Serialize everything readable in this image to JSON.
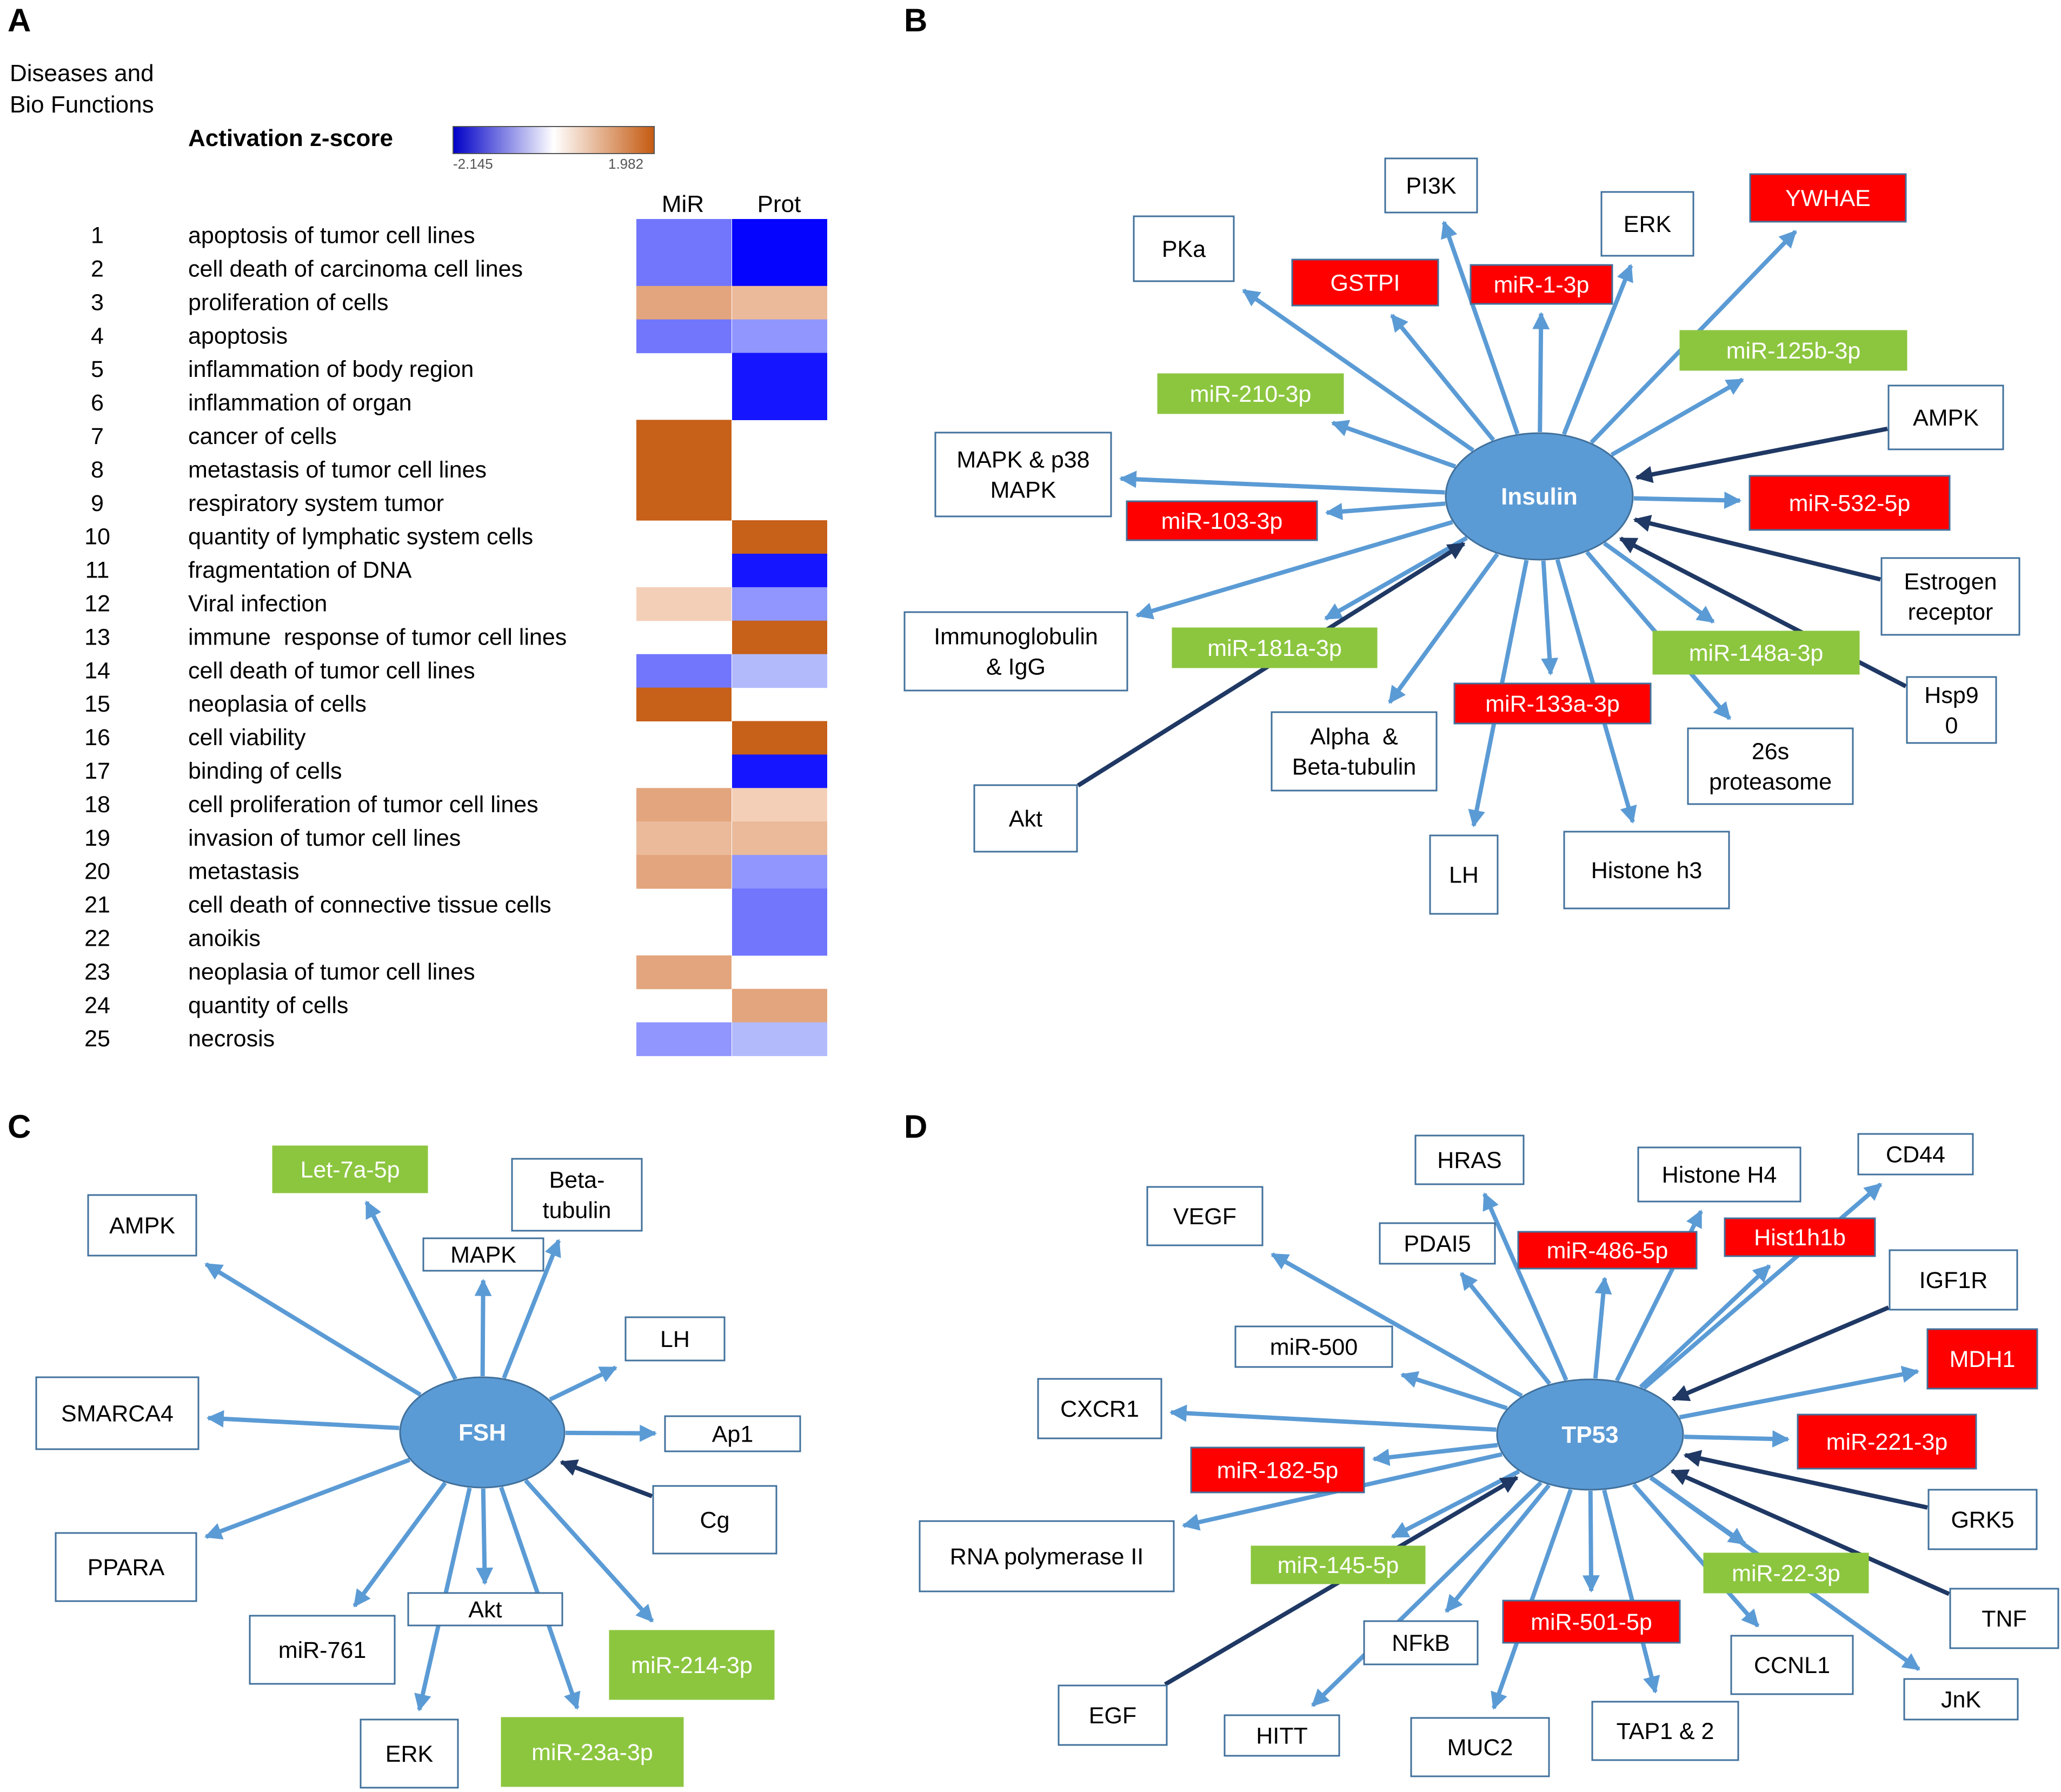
{
  "colors": {
    "edge_out": "#5B9BD5",
    "edge_in": "#1F3864",
    "hub_fill": "#5B9BD5",
    "node_red": "#FF0000",
    "node_green": "#8CC63F",
    "node_white_border": "#41719C",
    "heat_neg_strong": "#0000FF",
    "heat_pos_strong": "#C55A11"
  },
  "panel_a": {
    "letter": "A",
    "category_label": "Diseases and Bio Functions",
    "category_label_lines": [
      "Diseases and",
      "Bio Functions"
    ],
    "legend_title": "Activation z-score",
    "legend_min": "-2.145",
    "legend_max": "1.982",
    "columns": [
      "MiR",
      "Prot"
    ],
    "rows": [
      {
        "n": "1",
        "label": "apoptosis of tumor cell lines",
        "mir": -0.9,
        "prot": -2.1
      },
      {
        "n": "2",
        "label": "cell death of carcinoma cell lines",
        "mir": -0.9,
        "prot": -2.1
      },
      {
        "n": "3",
        "label": "proliferation of cells",
        "mir": 0.9,
        "prot": 0.6
      },
      {
        "n": "4",
        "label": "apoptosis",
        "mir": -0.9,
        "prot": -0.6
      },
      {
        "n": "5",
        "label": "inflammation of body region",
        "mir": null,
        "prot": -1.9
      },
      {
        "n": "6",
        "label": "inflammation of organ",
        "mir": null,
        "prot": -1.9
      },
      {
        "n": "7",
        "label": "cancer of cells",
        "mir": 1.9,
        "prot": null
      },
      {
        "n": "8",
        "label": "metastasis of tumor cell lines",
        "mir": 1.9,
        "prot": null
      },
      {
        "n": "9",
        "label": "respiratory system tumor",
        "mir": 1.9,
        "prot": null
      },
      {
        "n": "10",
        "label": "quantity of lymphatic system cells",
        "mir": null,
        "prot": 1.9
      },
      {
        "n": "11",
        "label": "fragmentation of DNA",
        "mir": null,
        "prot": -1.9
      },
      {
        "n": "12",
        "label": "Viral infection",
        "mir": 0.3,
        "prot": -0.6
      },
      {
        "n": "13",
        "label": "immune  response of tumor cell lines",
        "mir": null,
        "prot": 1.9
      },
      {
        "n": "14",
        "label": "cell death of tumor cell lines",
        "mir": -0.9,
        "prot": -0.3
      },
      {
        "n": "15",
        "label": "neoplasia of cells",
        "mir": 1.9,
        "prot": null
      },
      {
        "n": "16",
        "label": "cell viability",
        "mir": null,
        "prot": 1.9
      },
      {
        "n": "17",
        "label": "binding of cells",
        "mir": null,
        "prot": -1.9
      },
      {
        "n": "18",
        "label": "cell proliferation of tumor cell lines",
        "mir": 0.9,
        "prot": 0.3
      },
      {
        "n": "19",
        "label": "invasion of tumor cell lines",
        "mir": 0.6,
        "prot": 0.6
      },
      {
        "n": "20",
        "label": "metastasis",
        "mir": 0.9,
        "prot": -0.6
      },
      {
        "n": "21",
        "label": "cell death of connective tissue cells",
        "mir": null,
        "prot": -0.9
      },
      {
        "n": "22",
        "label": "anoikis",
        "mir": null,
        "prot": -0.9
      },
      {
        "n": "23",
        "label": "neoplasia of tumor cell lines",
        "mir": 0.9,
        "prot": null
      },
      {
        "n": "24",
        "label": "quantity of cells",
        "mir": null,
        "prot": 0.9
      },
      {
        "n": "25",
        "label": "necrosis",
        "mir": -0.6,
        "prot": -0.3
      }
    ]
  },
  "panel_b": {
    "letter": "B",
    "hub": "Insulin",
    "nodes": [
      {
        "id": "pi3k",
        "lines": [
          "PI3K"
        ],
        "style": "white",
        "dir": "out"
      },
      {
        "id": "ywhae",
        "lines": [
          "YWHAE"
        ],
        "style": "red",
        "dir": "out"
      },
      {
        "id": "erk",
        "lines": [
          "ERK"
        ],
        "style": "white",
        "dir": "out"
      },
      {
        "id": "pka",
        "lines": [
          "PKa"
        ],
        "style": "white",
        "dir": "out"
      },
      {
        "id": "gstpi",
        "lines": [
          "GSTPI"
        ],
        "style": "red",
        "dir": "out"
      },
      {
        "id": "mir1",
        "lines": [
          "miR-1-3p"
        ],
        "style": "red",
        "dir": "out"
      },
      {
        "id": "mir125b",
        "lines": [
          "miR-125b-3p"
        ],
        "style": "green",
        "dir": "out"
      },
      {
        "id": "mir210",
        "lines": [
          "miR-210-3p"
        ],
        "style": "green",
        "dir": "out"
      },
      {
        "id": "ampk",
        "lines": [
          "AMPK"
        ],
        "style": "white",
        "dir": "in"
      },
      {
        "id": "mapk",
        "lines": [
          "MAPK & p38",
          "MAPK"
        ],
        "style": "white",
        "dir": "out"
      },
      {
        "id": "mir532",
        "lines": [
          "miR-532-5p"
        ],
        "style": "red",
        "dir": "out"
      },
      {
        "id": "mir103",
        "lines": [
          "miR-103-3p"
        ],
        "style": "red",
        "dir": "out"
      },
      {
        "id": "estrogen",
        "lines": [
          "Estrogen",
          "receptor"
        ],
        "style": "white",
        "dir": "in"
      },
      {
        "id": "igg",
        "lines": [
          "Immunoglobulin",
          "& IgG"
        ],
        "style": "white",
        "dir": "out"
      },
      {
        "id": "mir181a",
        "lines": [
          "miR-181a-3p"
        ],
        "style": "green",
        "dir": "out"
      },
      {
        "id": "mir148a",
        "lines": [
          "miR-148a-3p"
        ],
        "style": "green",
        "dir": "out"
      },
      {
        "id": "hsp90",
        "lines": [
          "Hsp9",
          "0"
        ],
        "style": "white",
        "dir": "in"
      },
      {
        "id": "tubulin",
        "lines": [
          "Alpha  &",
          "Beta-tubulin"
        ],
        "style": "white",
        "dir": "out"
      },
      {
        "id": "mir133a",
        "lines": [
          "miR-133a-3p"
        ],
        "style": "red",
        "dir": "out"
      },
      {
        "id": "proteasome",
        "lines": [
          "26s",
          "proteasome"
        ],
        "style": "white",
        "dir": "out"
      },
      {
        "id": "akt",
        "lines": [
          "Akt"
        ],
        "style": "white",
        "dir": "in"
      },
      {
        "id": "lh",
        "lines": [
          "LH"
        ],
        "style": "white",
        "dir": "out"
      },
      {
        "id": "h3",
        "lines": [
          "Histone h3"
        ],
        "style": "white",
        "dir": "out"
      }
    ]
  },
  "panel_c": {
    "letter": "C",
    "hub": "FSH",
    "nodes": [
      {
        "id": "let7a",
        "lines": [
          "Let-7a-5p"
        ],
        "style": "green",
        "dir": "out"
      },
      {
        "id": "ampk",
        "lines": [
          "AMPK"
        ],
        "style": "white",
        "dir": "out"
      },
      {
        "id": "btub",
        "lines": [
          "Beta-",
          "tubulin"
        ],
        "style": "white",
        "dir": "out"
      },
      {
        "id": "mapk",
        "lines": [
          "MAPK"
        ],
        "style": "white",
        "dir": "out"
      },
      {
        "id": "lh",
        "lines": [
          "LH"
        ],
        "style": "white",
        "dir": "out"
      },
      {
        "id": "smarca4",
        "lines": [
          "SMARCA4"
        ],
        "style": "white",
        "dir": "out"
      },
      {
        "id": "ap1",
        "lines": [
          "Ap1"
        ],
        "style": "white",
        "dir": "out"
      },
      {
        "id": "cg",
        "lines": [
          "Cg"
        ],
        "style": "white",
        "dir": "in"
      },
      {
        "id": "ppara",
        "lines": [
          "PPARA"
        ],
        "style": "white",
        "dir": "out"
      },
      {
        "id": "akt",
        "lines": [
          "Akt"
        ],
        "style": "white",
        "dir": "out"
      },
      {
        "id": "mir761",
        "lines": [
          "miR-761"
        ],
        "style": "white",
        "dir": "out"
      },
      {
        "id": "mir214",
        "lines": [
          "miR-214-3p"
        ],
        "style": "green",
        "dir": "out"
      },
      {
        "id": "erk",
        "lines": [
          "ERK"
        ],
        "style": "white",
        "dir": "out"
      },
      {
        "id": "mir23a",
        "lines": [
          "miR-23a-3p"
        ],
        "style": "green",
        "dir": "out"
      }
    ]
  },
  "panel_d": {
    "letter": "D",
    "hub": "TP53",
    "nodes": [
      {
        "id": "hras",
        "lines": [
          "HRAS"
        ],
        "style": "white",
        "dir": "out"
      },
      {
        "id": "cd44",
        "lines": [
          "CD44"
        ],
        "style": "white",
        "dir": "out"
      },
      {
        "id": "h4",
        "lines": [
          "Histone H4"
        ],
        "style": "white",
        "dir": "out"
      },
      {
        "id": "vegf",
        "lines": [
          "VEGF"
        ],
        "style": "white",
        "dir": "out"
      },
      {
        "id": "pdai5",
        "lines": [
          "PDAI5"
        ],
        "style": "white",
        "dir": "out"
      },
      {
        "id": "mir486",
        "lines": [
          "miR-486-5p"
        ],
        "style": "red",
        "dir": "out"
      },
      {
        "id": "hist1h1b",
        "lines": [
          "Hist1h1b"
        ],
        "style": "red",
        "dir": "out"
      },
      {
        "id": "igf1r",
        "lines": [
          "IGF1R"
        ],
        "style": "white",
        "dir": "in"
      },
      {
        "id": "mir500",
        "lines": [
          "miR-500"
        ],
        "style": "white",
        "dir": "out"
      },
      {
        "id": "mdh1",
        "lines": [
          "MDH1"
        ],
        "style": "red",
        "dir": "out"
      },
      {
        "id": "cxcr1",
        "lines": [
          "CXCR1"
        ],
        "style": "white",
        "dir": "out"
      },
      {
        "id": "mir221",
        "lines": [
          "miR-221-3p"
        ],
        "style": "red",
        "dir": "out"
      },
      {
        "id": "mir182",
        "lines": [
          "miR-182-5p"
        ],
        "style": "red",
        "dir": "out"
      },
      {
        "id": "grk5",
        "lines": [
          "GRK5"
        ],
        "style": "white",
        "dir": "in"
      },
      {
        "id": "rnapol",
        "lines": [
          "RNA polymerase II"
        ],
        "style": "white",
        "dir": "out"
      },
      {
        "id": "mir145",
        "lines": [
          "miR-145-5p"
        ],
        "style": "green",
        "dir": "out"
      },
      {
        "id": "mir22",
        "lines": [
          "miR-22-3p"
        ],
        "style": "green",
        "dir": "out"
      },
      {
        "id": "tnf",
        "lines": [
          "TNF"
        ],
        "style": "white",
        "dir": "in"
      },
      {
        "id": "nfkb",
        "lines": [
          "NFkB"
        ],
        "style": "white",
        "dir": "out"
      },
      {
        "id": "mir501",
        "lines": [
          "miR-501-5p"
        ],
        "style": "red",
        "dir": "out"
      },
      {
        "id": "ccnl1",
        "lines": [
          "CCNL1"
        ],
        "style": "white",
        "dir": "out"
      },
      {
        "id": "jnk",
        "lines": [
          "JnK"
        ],
        "style": "white",
        "dir": "out"
      },
      {
        "id": "egf",
        "lines": [
          "EGF"
        ],
        "style": "white",
        "dir": "in"
      },
      {
        "id": "hitt",
        "lines": [
          "HITT"
        ],
        "style": "white",
        "dir": "out"
      },
      {
        "id": "muc2",
        "lines": [
          "MUC2"
        ],
        "style": "white",
        "dir": "out"
      },
      {
        "id": "tap12",
        "lines": [
          "TAP1 & 2"
        ],
        "style": "white",
        "dir": "out"
      }
    ]
  }
}
